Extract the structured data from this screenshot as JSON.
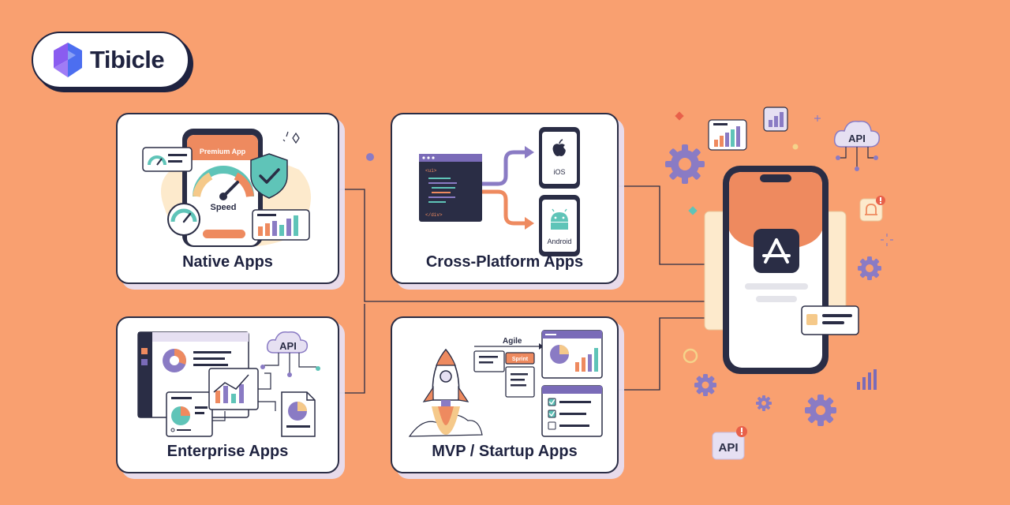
{
  "brand": {
    "name": "Tibicle"
  },
  "cards": [
    {
      "title": "Native Apps",
      "badge": "Premium App",
      "metric": "Speed"
    },
    {
      "title": "Cross-Platform Apps",
      "platforms": [
        "iOS",
        "Android"
      ],
      "code_tags": [
        "<ui>",
        "</div>"
      ]
    },
    {
      "title": "Enterprise Apps",
      "cloud_label": "API"
    },
    {
      "title": "MVP / Startup Apps",
      "agile_label": "Agile",
      "sprint_label": "Sprint"
    }
  ],
  "deco": {
    "api_cloud": "API",
    "api_badge": "API"
  },
  "colors": {
    "background": "#F9A070",
    "navy": "#2a2d45",
    "purple": "#8a7bc4",
    "teal": "#5fc4b8",
    "orange": "#f0956a"
  }
}
